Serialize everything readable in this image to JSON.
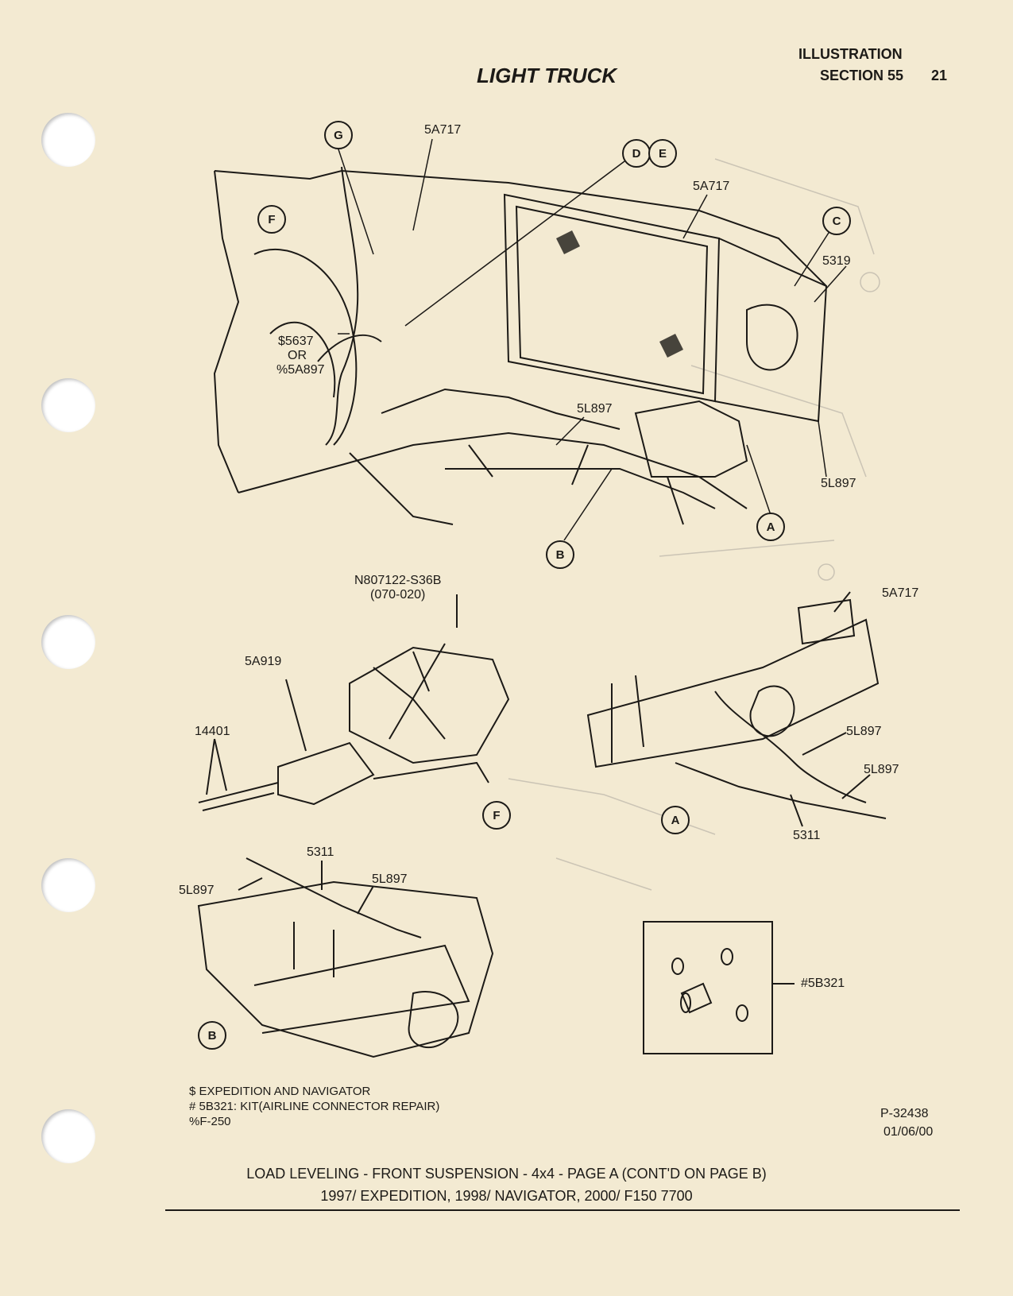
{
  "header": {
    "title": "LIGHT TRUCK",
    "illustration": "ILLUSTRATION",
    "section": "SECTION 55",
    "page": "21"
  },
  "top_view": {
    "callouts": [
      "G",
      "D",
      "E",
      "F",
      "C",
      "A",
      "B"
    ],
    "labels": {
      "air_line_upper": "5A717",
      "air_line_right": "5A717",
      "compressor": "5319",
      "alt_part_1": "$5637",
      "or": "OR",
      "alt_part_2": "%5A897",
      "hose_center": "5L897",
      "hose_right": "5L897"
    }
  },
  "detail_f": {
    "callout": "F",
    "bolt_part": "N807122-S36B",
    "bolt_torque": "(070-020)",
    "module": "5A919",
    "harness": "14401"
  },
  "detail_a": {
    "callout": "A",
    "air_line": "5A717",
    "hose_upper": "5L897",
    "hose_lower": "5L897",
    "fitting": "5311"
  },
  "detail_b": {
    "callout": "B",
    "fitting": "5311",
    "hose_left": "5L897",
    "hose_right": "5L897"
  },
  "kit": {
    "label": "#5B321"
  },
  "legend": [
    "$ EXPEDITION AND NAVIGATOR",
    "# 5B321: KIT(AIRLINE CONNECTOR REPAIR)",
    "%F-250"
  ],
  "drawing_ref": {
    "number": "P-32438",
    "date": "01/06/00"
  },
  "footer": {
    "line1": "LOAD LEVELING - FRONT SUSPENSION - 4x4 - PAGE A (CONT'D ON PAGE B)",
    "line2": "1997/ EXPEDITION, 1998/ NAVIGATOR, 2000/ F150 7700"
  },
  "colors": {
    "paper": "#f3ead2",
    "ink": "#1c1a17",
    "bleed": "#b9b3a8"
  }
}
